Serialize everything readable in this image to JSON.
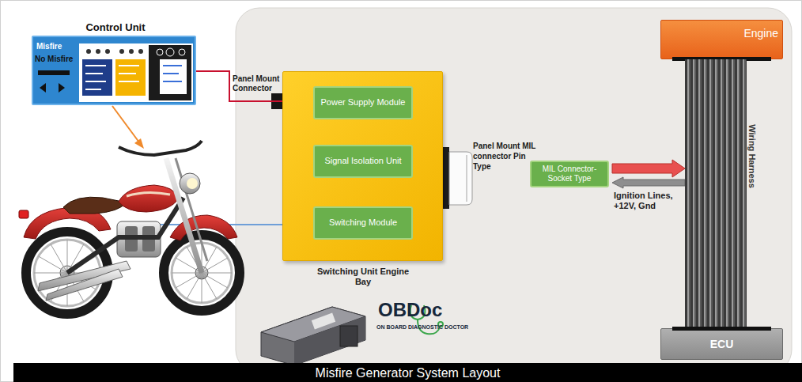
{
  "diagram": {
    "caption": "Misfire Generator System Layout",
    "nodes": [
      {
        "text": [
          "Control Unit",
          "Misfire",
          "No Misfire"
        ]
      },
      {
        "text": [
          "Switching Unit Engine Bay"
        ]
      },
      {
        "text": [
          "Power Supply Module"
        ],
        "in": 1
      },
      {
        "text": [
          "Signal Isolation Unit"
        ],
        "in": 1
      },
      {
        "text": [
          "Switching Module"
        ],
        "in": 1
      },
      {
        "text": [
          "MIL Connector- Socket Type"
        ]
      },
      {
        "text": [
          "Engine"
        ]
      },
      {
        "text": [
          "Wiring Harness"
        ]
      },
      {
        "text": [
          "ECU"
        ]
      }
    ],
    "edges": [
      {
        "from": 0,
        "to": 1,
        "arrow": "none"
      },
      {
        "from": 5,
        "to": 7,
        "arrow": "to"
      },
      {
        "from": 7,
        "to": 5,
        "arrow": "to",
        "label": "Ignition Lines, +12V, Gnd"
      }
    ],
    "labels": [
      "Panel Mount Connector",
      "Panel Mount MIL connector Pin Type",
      "OBDoc",
      "ON BOARD DIAGNOSTIC DOCTOR"
    ]
  }
}
